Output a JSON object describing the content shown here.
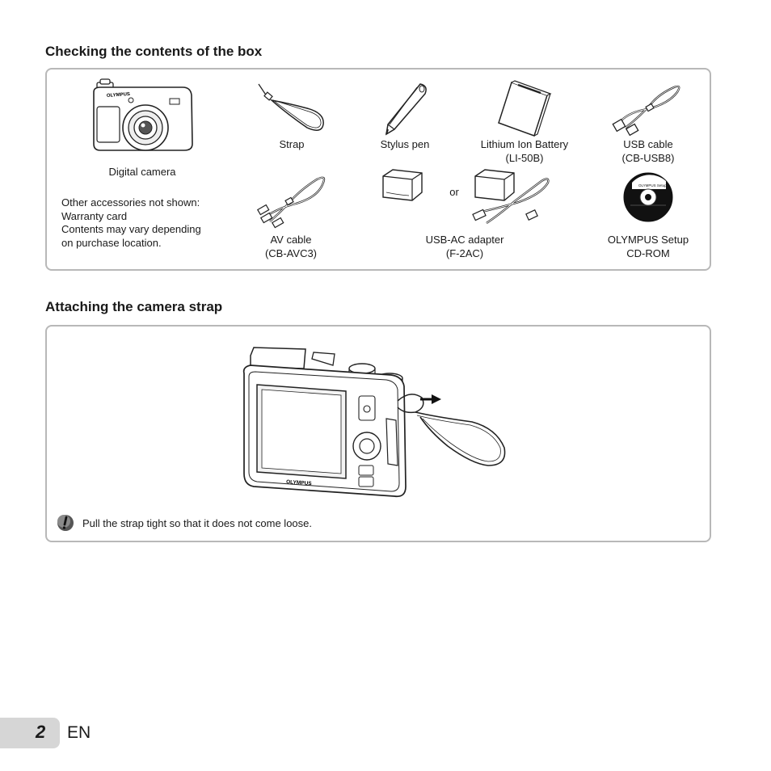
{
  "section1": {
    "title": "Checking the contents of the box",
    "items": {
      "camera": "Digital camera",
      "strap": "Strap",
      "stylus": "Stylus pen",
      "battery": [
        "Lithium Ion Battery",
        "(LI-50B)"
      ],
      "usb_cable": [
        "USB cable",
        "(CB-USB8)"
      ],
      "av_cable": [
        "AV cable",
        "(CB-AVC3)"
      ],
      "adapter": [
        "USB-AC adapter",
        "(F-2AC)"
      ],
      "adapter_or": "or",
      "cdrom": [
        "OLYMPUS Setup",
        "CD-ROM"
      ]
    },
    "note_lines": [
      "Other accessories not shown:",
      "Warranty card",
      "Contents may vary depending",
      "on purchase location."
    ]
  },
  "section2": {
    "title": "Attaching the camera strap",
    "caution": "Pull the strap tight so that it does not come loose."
  },
  "footer": {
    "page_number": "2",
    "language": "EN"
  },
  "illustration_text": {
    "brand": "OLYMPUS",
    "cd_title": "OLYMPUS Setup"
  },
  "icons": {
    "caution": "caution-icon",
    "camera": "camera-icon",
    "strap": "strap-icon"
  }
}
